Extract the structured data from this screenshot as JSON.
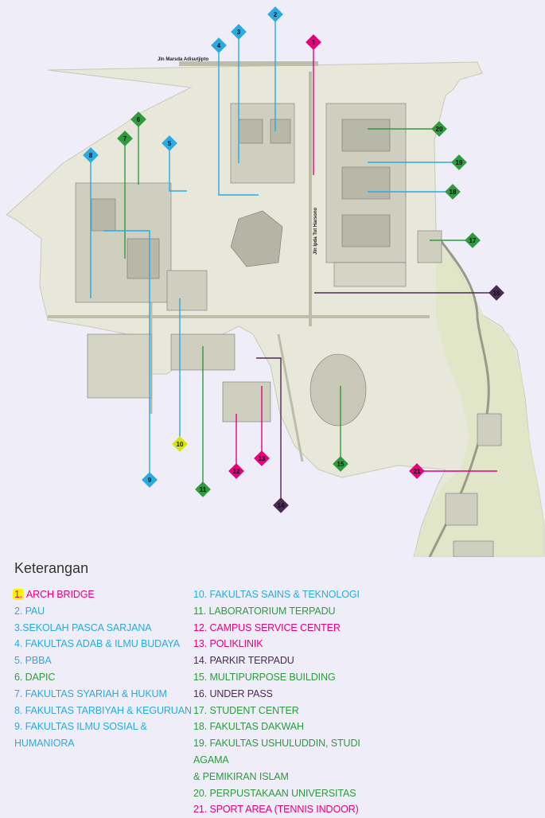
{
  "map": {
    "roads": {
      "top": "Jln Marsda Adisutjipto",
      "vertical": "Jln Ipda Tut Harsono"
    },
    "markers": [
      {
        "n": "1",
        "color": "#e6007e"
      },
      {
        "n": "2",
        "color": "#29abe2"
      },
      {
        "n": "3",
        "color": "#29abe2"
      },
      {
        "n": "4",
        "color": "#29abe2"
      },
      {
        "n": "5",
        "color": "#29abe2"
      },
      {
        "n": "6",
        "color": "#2e9b3e"
      },
      {
        "n": "7",
        "color": "#2e9b3e"
      },
      {
        "n": "8",
        "color": "#29abe2"
      },
      {
        "n": "9",
        "color": "#29abe2"
      },
      {
        "n": "10",
        "color": "#d7e600"
      },
      {
        "n": "11",
        "color": "#2e9b3e"
      },
      {
        "n": "12",
        "color": "#e6007e"
      },
      {
        "n": "13",
        "color": "#e6007e"
      },
      {
        "n": "14",
        "color": "#4a2b54"
      },
      {
        "n": "15",
        "color": "#2e9b3e"
      },
      {
        "n": "16",
        "color": "#4a2b54"
      },
      {
        "n": "17",
        "color": "#2e9b3e"
      },
      {
        "n": "18",
        "color": "#2e9b3e"
      },
      {
        "n": "19",
        "color": "#2e9b3e"
      },
      {
        "n": "20",
        "color": "#2e9b3e"
      },
      {
        "n": "21",
        "color": "#e6007e"
      }
    ]
  },
  "legend": {
    "title": "Keterangan",
    "items": [
      {
        "num": "1.",
        "label": " ARCH BRIDGE",
        "color": "#e6007e"
      },
      {
        "num": "2.",
        "label": " PAU",
        "color": "#29abe2"
      },
      {
        "num": "3.",
        "label": "SEKOLAH PASCA SARJANA",
        "color": "#29abe2"
      },
      {
        "num": "4.",
        "label": " FAKULTAS ADAB & ILMU BUDAYA",
        "color": "#29abe2"
      },
      {
        "num": "5.",
        "label": " PBBA",
        "color": "#29abe2"
      },
      {
        "num": "6.",
        "label": " DAPIC",
        "color": "#2e9b3e"
      },
      {
        "num": "7.",
        "label": " FAKULTAS SYARIAH & HUKUM",
        "color": "#29abe2"
      },
      {
        "num": "8.",
        "label": " FAKULTAS TARBIYAH & KEGURUAN",
        "color": "#29abe2"
      },
      {
        "num": "9.",
        "label": " FAKULTAS ILMU SOSIAL &\n    HUMANIORA",
        "color": "#29abe2"
      },
      {
        "num": "10.",
        "label": " FAKULTAS SAINS & TEKNOLOGI",
        "color": "#29abe2"
      },
      {
        "num": "11.",
        "label": " LABORATORIUM TERPADU",
        "color": "#2e9b3e"
      },
      {
        "num": "12.",
        "label": " CAMPUS SERVICE CENTER",
        "color": "#e6007e"
      },
      {
        "num": "13.",
        "label": " POLIKLINIK",
        "color": "#e6007e"
      },
      {
        "num": "14.",
        "label": " PARKIR TERPADU",
        "color": "#4a2b54"
      },
      {
        "num": "15.",
        "label": " MULTIPURPOSE BUILDING",
        "color": "#2e9b3e"
      },
      {
        "num": "16.",
        "label": " UNDER PASS",
        "color": "#4a2b54"
      },
      {
        "num": "17.",
        "label": " STUDENT CENTER",
        "color": "#2e9b3e"
      },
      {
        "num": "18.",
        "label": " FAKULTAS DAKWAH",
        "color": "#2e9b3e"
      },
      {
        "num": "19.",
        "label": " FAKULTAS USHULUDDIN, STUDI AGAMA\n    & PEMIKIRAN ISLAM",
        "color": "#2e9b3e"
      },
      {
        "num": "20.",
        "label": " PERPUSTAKAAN UNIVERSITAS",
        "color": "#2e9b3e"
      },
      {
        "num": "21.",
        "label": " SPORT AREA (TENNIS INDOOR)",
        "color": "#e6007e"
      }
    ]
  }
}
